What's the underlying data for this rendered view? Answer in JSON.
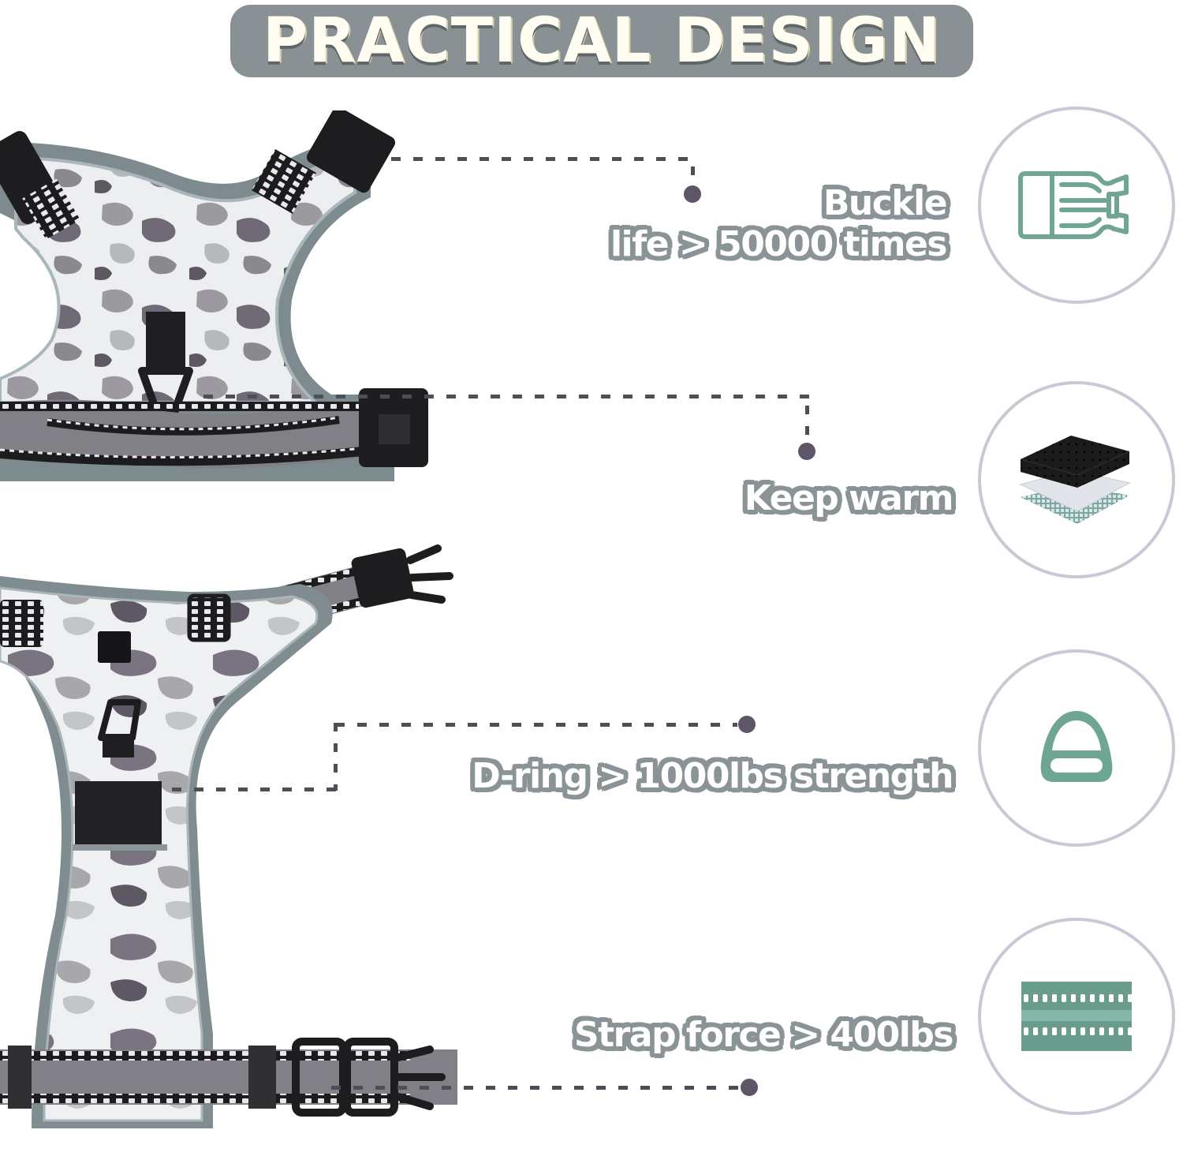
{
  "title": "PRACTICAL DESIGN",
  "features": [
    {
      "id": "buckle",
      "line1": "Buckle",
      "line2": "life > 50000 times",
      "icon": "buckle-icon"
    },
    {
      "id": "warm",
      "line1": "Keep warm",
      "icon": "padding-layers-icon"
    },
    {
      "id": "dring",
      "line1": "D-ring > 1000lbs strength",
      "icon": "d-ring-icon"
    },
    {
      "id": "strap",
      "line1": "Strap force > 400lbs",
      "icon": "reflective-strap-icon"
    }
  ],
  "colors": {
    "title_bg": "#8a9194",
    "title_text": "#fffdf2",
    "label_outline": "#8a9395",
    "icon_green": "#6ea595",
    "circle_border": "#c9c8d4",
    "connector": "#4f4d55",
    "dot": "#5e5566"
  },
  "images": {
    "harness_top": "camo-harness-front-view",
    "harness_bottom": "camo-harness-back-view"
  }
}
